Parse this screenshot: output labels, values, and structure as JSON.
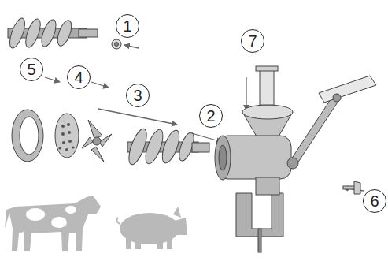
{
  "diagram": {
    "nodes": [
      {
        "text": [
          "1"
        ]
      },
      {
        "text": [
          "7"
        ]
      },
      {
        "text": [
          "5"
        ]
      },
      {
        "text": [
          "4"
        ]
      },
      {
        "text": [
          "3"
        ]
      },
      {
        "text": [
          "2"
        ]
      },
      {
        "text": [
          "6"
        ]
      }
    ]
  }
}
